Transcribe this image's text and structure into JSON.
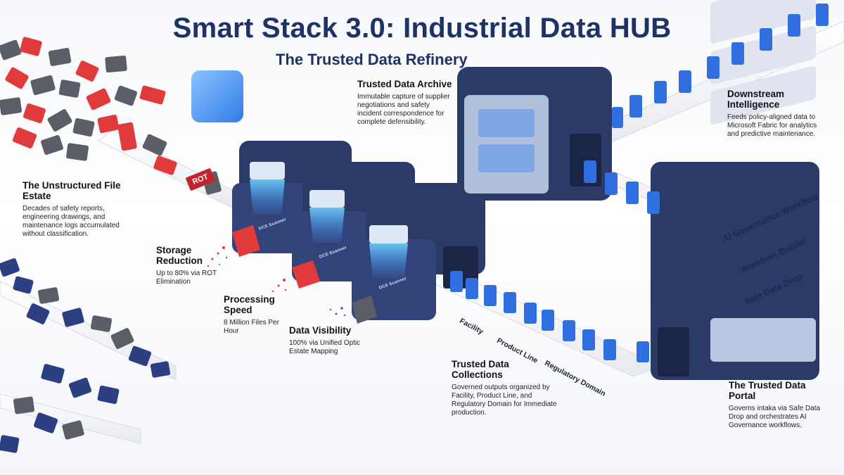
{
  "title": "Smart Stack 3.0: Industrial Data HUB",
  "subtitle": "The Trusted Data Refinery",
  "rot_tag": "ROT",
  "machines": [
    "DCS Scanner",
    "DCS Scanner",
    "DCS Scanner"
  ],
  "sections": {
    "unstructured": {
      "heading": "The Unstructured File Estate",
      "body": "Decades of safety reports, engineering drawings, and maintenance logs accumulated without classification."
    },
    "storage": {
      "heading": "Storage Reduction",
      "body": "Up to 80% via ROT Elimination"
    },
    "processing": {
      "heading": "Processing Speed",
      "body": "8 Million Files Per Hour"
    },
    "visibility": {
      "heading": "Data Visibility",
      "body": "100% via Unified Optic Estate Mapping"
    },
    "archive": {
      "heading": "Trusted Data Archive",
      "body": "Immutable capture of supplier negotiations and safety incident correspondence for complete defensibility."
    },
    "collections": {
      "heading": "Trusted Data Collections",
      "body": "Governed outputs organized by Facility, Product Line, and Regulatory Domain for Immediate production."
    },
    "downstream": {
      "heading": "Downstream Intelligence",
      "body": "Feeds policy-aligned data to Microsoft Fabric for analytics and predictive maintenance."
    },
    "portal": {
      "heading": "The Trusted Data Portal",
      "body": "Governs intaka via Safe Data Drop and orchestrates AI Governance workflows."
    }
  },
  "belt_labels": [
    "Facility",
    "Product Line",
    "Regulatory Domain"
  ],
  "portal_layers": [
    "AI Governance Workflow",
    "Workflow Builder",
    "Safe Data Drop"
  ],
  "colors": {
    "title": "#1e3266",
    "machine": "#2b3a66",
    "doc_blue": "#2f6fe0",
    "doc_red": "#e03a3a",
    "doc_gray": "#5a5e66",
    "doc_navy": "#2c3f82"
  }
}
